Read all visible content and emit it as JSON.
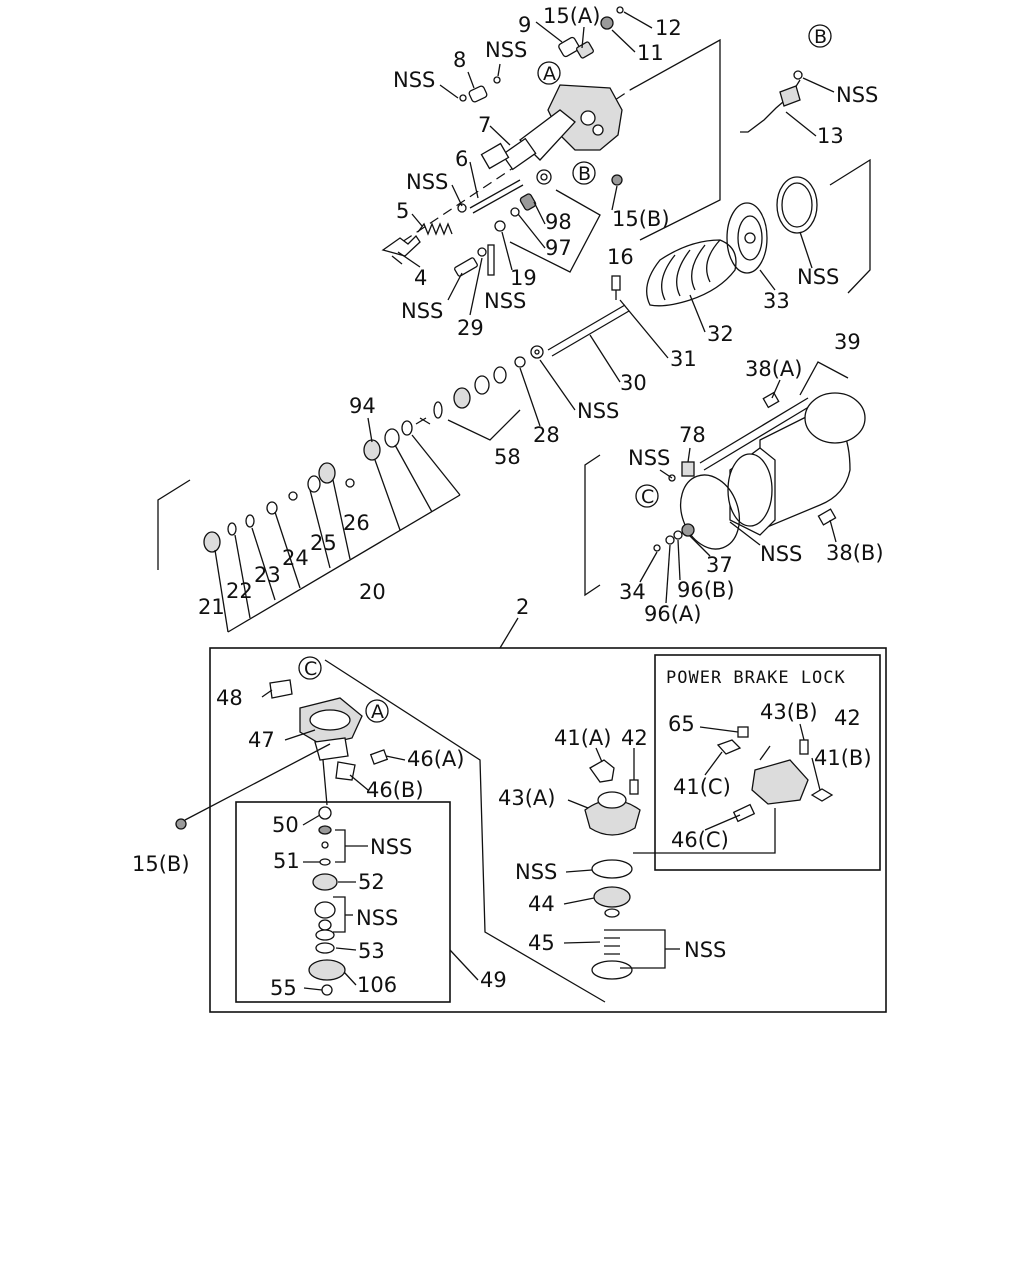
{
  "labels": {
    "p9": "9",
    "p15a": "15(A)",
    "p12": "12",
    "p11": "11",
    "p8": "8",
    "nss_top": "NSS",
    "nss_top2": "NSS",
    "refA_top": "A",
    "p7": "7",
    "refB_mid": "B",
    "p6": "6",
    "nss_6": "NSS",
    "p5": "5",
    "p4": "4",
    "p15b_top": "15(B)",
    "p98": "98",
    "p97": "97",
    "p16": "16",
    "p19": "19",
    "nss_19": "NSS",
    "nss_29": "NSS",
    "p29": "29",
    "refB_right": "B",
    "nss_13": "NSS",
    "p13": "13",
    "nss_33": "NSS",
    "p33": "33",
    "p32": "32",
    "p31": "31",
    "p30": "30",
    "nss_30": "NSS",
    "p94": "94",
    "p28": "28",
    "p58": "58",
    "p26": "26",
    "p25": "25",
    "p24": "24",
    "p23": "23",
    "p22": "22",
    "p21": "21",
    "p20": "20",
    "p39": "39",
    "p38a": "38(A)",
    "p78": "78",
    "nss_78": "NSS",
    "refC_mid": "C",
    "p37": "37",
    "nss_37": "NSS",
    "p38b": "38(B)",
    "p34": "34",
    "p96b": "96(B)",
    "p96a": "96(A)",
    "p2": "2",
    "refC_low": "C",
    "p48": "48",
    "refA_low": "A",
    "p47": "47",
    "p46a": "46(A)",
    "p46b": "46(B)",
    "p15b_low": "15(B)",
    "p50": "50",
    "nss_50": "NSS",
    "p51": "51",
    "p52": "52",
    "nss_52": "NSS",
    "p53": "53",
    "p55": "55",
    "p106": "106",
    "p49": "49",
    "p41a": "41(A)",
    "p42": "42",
    "p43a": "43(A)",
    "nss_43": "NSS",
    "p44": "44",
    "p45": "45",
    "nss_45": "NSS",
    "pbl_title": "POWER BRAKE LOCK",
    "p65": "65",
    "p43b": "43(B)",
    "p42_pbl": "42",
    "p41b": "41(B)",
    "p41c": "41(C)",
    "p46c": "46(C)"
  }
}
